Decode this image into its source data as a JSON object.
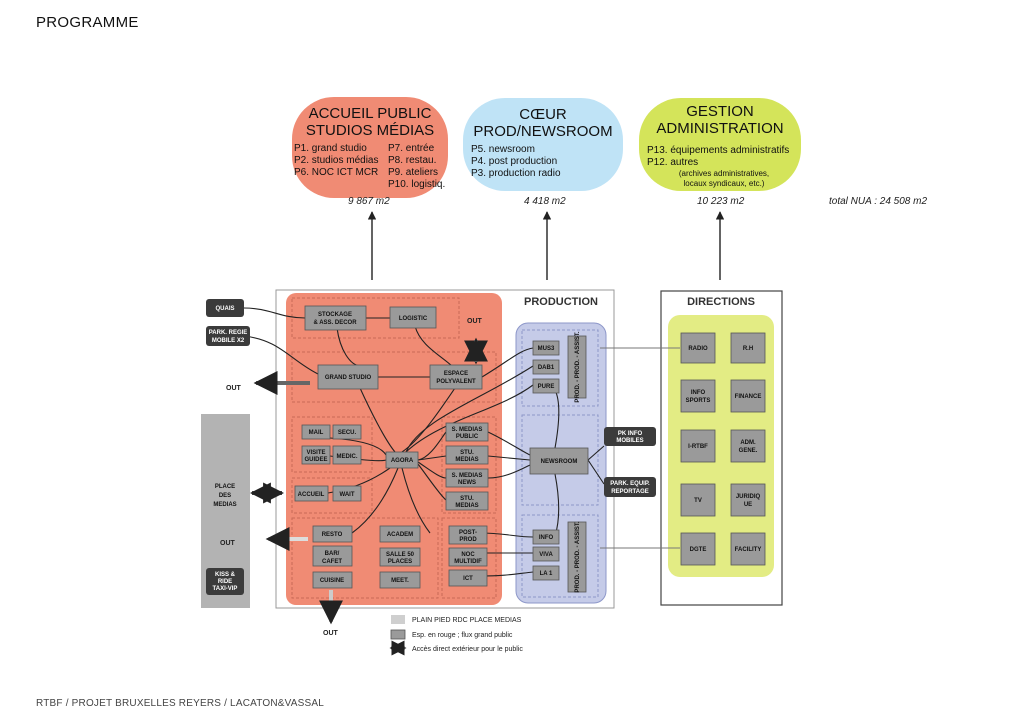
{
  "page_title": "PROGRAMME",
  "footer": "RTBF / PROJET BRUXELLES REYERS / LACATON&VASSAL",
  "colors": {
    "accueil": "#f08b74",
    "coeur": "#bfe3f6",
    "gestion": "#d4e45a",
    "production_panel": "#c5cbe8",
    "directions_panel": "#e3ec84",
    "dark_box": "#3b3b3b",
    "gray_box": "#9a9a9a",
    "place_medias": "#b3b3b3"
  },
  "programme": {
    "accueil": {
      "title_1": "ACCUEIL PUBLIC",
      "title_2": "STUDIOS MÉDIAS",
      "col1": [
        "P1. grand studio",
        "P2. studios médias",
        "P6. NOC ICT MCR"
      ],
      "col2": [
        "P7. entrée",
        "P8. restau.",
        "P9. ateliers",
        "P10. logistiq."
      ],
      "area": "9 867 m2"
    },
    "coeur": {
      "title_1": "CŒUR",
      "title_2": "PROD/NEWSROOM",
      "lines": [
        "P5. newsroom",
        "P4. post production",
        "P3. production radio"
      ],
      "area": "4 418 m2"
    },
    "gestion": {
      "title_1": "GESTION",
      "title_2": "ADMINISTRATION",
      "lines": [
        "P13. équipements administratifs",
        "P12. autres"
      ],
      "note_1": "(archives administratives,",
      "note_2": "locaux syndicaux, etc.)",
      "area": "10 223 m2"
    },
    "total": "total NUA : 24 508 m2"
  },
  "diagram": {
    "production_title": "PRODUCTION",
    "directions_title": "DIRECTIONS",
    "left_boxes": {
      "quais": "QUAIS",
      "parking_1": "PARK. REGIE",
      "parking_2": "MOBILE X2",
      "kiss_1": "KISS &",
      "kiss_2": "RIDE",
      "kiss_3": "TAXI-VIP",
      "place_1": "PLACE",
      "place_2": "DES",
      "place_3": "MEDIAS"
    },
    "out_label": "OUT",
    "salmon": {
      "stockage_1": "STOCKAGE",
      "stockage_2": "& ASS. DECOR",
      "logistic": "LOGISTIC",
      "grand_studio": "GRAND STUDIO",
      "espace_1": "ESPACE",
      "espace_2": "POLYVALENT",
      "mail": "MAIL",
      "secu": "SECU.",
      "visite_1": "VISITE",
      "visite_2": "GUIDEE",
      "medic": "MEDIC.",
      "agora": "AGORA",
      "smedias_public_1": "S. MEDIAS",
      "smedias_public_2": "PUBLIC",
      "stu_medias_1_1": "STU.",
      "stu_medias_1_2": "MEDIAS",
      "smedias_news_1": "S. MEDIAS",
      "smedias_news_2": "NEWS",
      "stu_medias_2_1": "STU.",
      "stu_medias_2_2": "MEDIAS",
      "accueil": "ACCUEIL",
      "wait": "WAIT",
      "resto": "RESTO",
      "bar_1": "BAR/",
      "bar_2": "CAFET",
      "cuisine": "CUISINE",
      "academ": "ACADEM",
      "salle_1": "SALLE 50",
      "salle_2": "PLACES",
      "meet": "MEET.",
      "postprod_1": "POST-",
      "postprod_2": "PROD",
      "noc_1": "NOC",
      "noc_2": "MULTIDIF",
      "ict": "ICT"
    },
    "production": {
      "mus3": "MUS3",
      "dab1": "DAB1",
      "pure": "PURE",
      "prod_vertical": "PROD. - PROD. - ASSIST.",
      "newsroom": "NEWSROOM",
      "info": "INFO",
      "viva": "VIVA",
      "la1": "LA 1"
    },
    "external": {
      "pk_info_1": "PK INFO",
      "pk_info_2": "MOBILES",
      "park_equip_1": "PARK. EQUIP.",
      "park_equip_2": "REPORTAGE"
    },
    "directions": {
      "radio": "RADIO",
      "rh": "R.H",
      "info_1": "INFO",
      "info_2": "SPORTS",
      "finance": "FINANCE",
      "irtbf": "I-RTBF",
      "adm_1": "ADM.",
      "adm_2": "GENE.",
      "tv": "TV",
      "juridique_1": "JURIDIQ",
      "juridique_2": "UE",
      "dgte": "DGTE",
      "facility": "FACILITY"
    },
    "legend": {
      "item_1": "PLAIN PIED RDC PLACE MEDIAS",
      "item_2": "Esp. en rouge ; flux grand public",
      "item_3": "Accès direct extérieur pour le public"
    }
  }
}
